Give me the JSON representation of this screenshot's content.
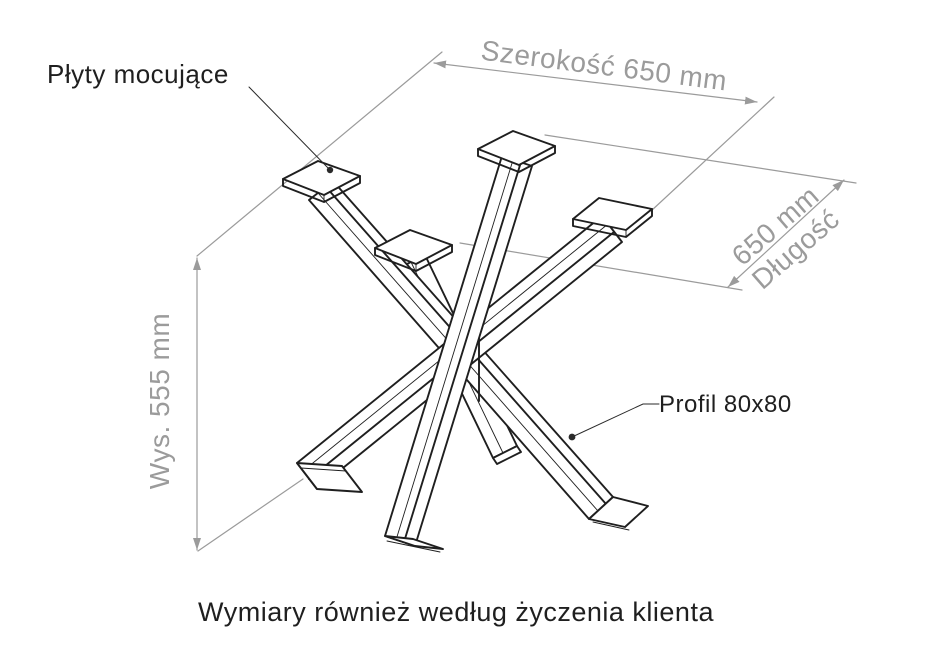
{
  "annotations": {
    "mounting_plates_label": "Płyty mocujące",
    "profile_label": "Profil 80x80"
  },
  "dimensions": {
    "width_label": "Szerokość 650 mm",
    "length_value": "650 mm",
    "length_name": "Długość",
    "height_label": "Wys. 555 mm"
  },
  "caption": "Wymiary również według życzenia klienta",
  "colors": {
    "ink": "#1f1f1f",
    "dimension_gray": "#9b9b9b",
    "background": "#ffffff"
  }
}
